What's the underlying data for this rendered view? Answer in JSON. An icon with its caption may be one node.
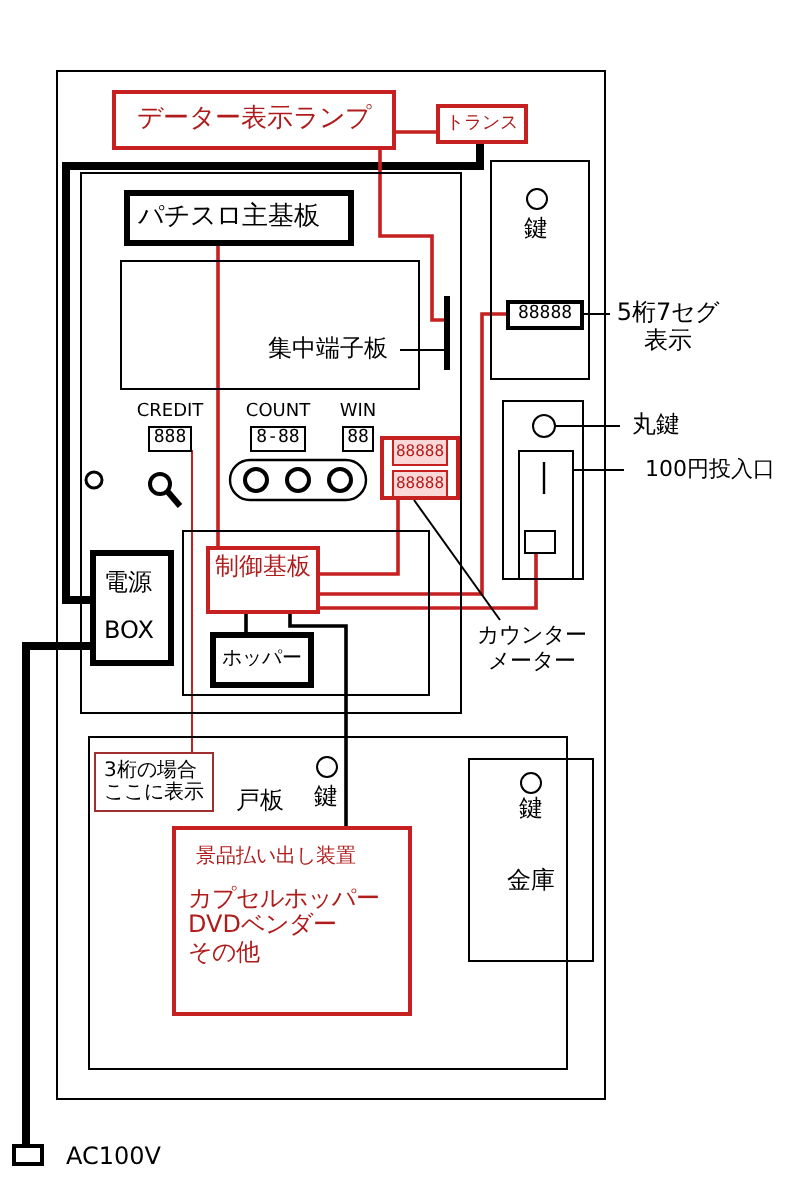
{
  "diagram": {
    "nodes": [
      {
        "text": [],
        "shape": "box"
      },
      {
        "text": [
          "データー表示ランプ"
        ],
        "in": 0
      },
      {
        "text": [
          "トランス"
        ],
        "in": 0
      },
      {
        "text": [],
        "shape": "box",
        "in": 0
      },
      {
        "text": [
          "パチスロ主基板"
        ],
        "in": 3
      },
      {
        "text": [],
        "shape": "box",
        "in": 3
      },
      {
        "text": [
          "集中端子板"
        ],
        "in": 5
      },
      {
        "text": [],
        "shape": "bar",
        "in": 3
      },
      {
        "text": [],
        "shape": "box",
        "in": 0
      },
      {
        "text": [
          "88888"
        ],
        "in": 8
      },
      {
        "text": [
          "5桁7セグ表示"
        ]
      },
      {
        "text": [],
        "shape": "box",
        "in": 0
      },
      {
        "text": [],
        "shape": "circle",
        "in": 11
      },
      {
        "text": [
          "丸鍵"
        ]
      },
      {
        "text": [],
        "shape": "box",
        "in": 11
      },
      {
        "text": [
          "100円投入口"
        ]
      },
      {
        "text": [],
        "shape": "box",
        "in": 14
      },
      {
        "text": [
          "CREDIT",
          "888"
        ],
        "in": 3
      },
      {
        "text": [
          "COUNT",
          "8-88"
        ],
        "in": 3
      },
      {
        "text": [
          "WIN",
          "88"
        ],
        "in": 3
      },
      {
        "text": [
          "88888",
          "88888"
        ],
        "in": 3
      },
      {
        "text": [
          "カウンターメーター"
        ],
        "in": 0
      },
      {
        "text": [],
        "shape": "box",
        "in": 3
      },
      {
        "text": [
          "電源",
          "BOX"
        ],
        "in": 3
      },
      {
        "text": [
          "制御基板"
        ],
        "in": 22
      },
      {
        "text": [
          "ホッパー"
        ],
        "in": 22
      },
      {
        "text": [],
        "shape": "box",
        "in": 0
      },
      {
        "text": [
          "3桁の場合ここに表示"
        ],
        "in": 26
      },
      {
        "text": [
          "景品払い出し装置",
          "カプセルホッパー",
          "DVDベンダー",
          "その他"
        ],
        "in": 26
      },
      {
        "text": [
          "鍵",
          "金庫"
        ],
        "in": 0
      },
      {
        "text": [],
        "shape": "box",
        "beside": [
          "AC100V"
        ]
      }
    ],
    "edges": [
      {
        "from": 1,
        "to": 2,
        "arrow": "none",
        "color": "#c62020"
      },
      {
        "from": 2,
        "to": 23,
        "arrow": "none",
        "style": "thick"
      },
      {
        "from": 23,
        "to": 30,
        "arrow": "none",
        "style": "thick"
      },
      {
        "from": 1,
        "to": 7,
        "arrow": "none",
        "color": "#c62020"
      },
      {
        "from": 4,
        "to": 24,
        "arrow": "none",
        "color": "#c62020"
      },
      {
        "from": 24,
        "to": 20,
        "arrow": "none",
        "color": "#c62020"
      },
      {
        "from": 24,
        "to": 9,
        "arrow": "none",
        "color": "#c62020"
      },
      {
        "from": 24,
        "to": 16,
        "arrow": "none",
        "color": "#c62020"
      },
      {
        "from": 24,
        "to": 25,
        "arrow": "none"
      },
      {
        "from": 24,
        "to": 28,
        "arrow": "none"
      },
      {
        "from": 6,
        "to": 7,
        "arrow": "none"
      },
      {
        "from": 9,
        "to": 10,
        "arrow": "none"
      },
      {
        "from": 12,
        "to": 13,
        "arrow": "none"
      },
      {
        "from": 14,
        "to": 15,
        "arrow": "none"
      },
      {
        "from": 20,
        "to": 21,
        "arrow": "none"
      },
      {
        "from": 17,
        "to": 27,
        "arrow": "none",
        "color": "#c62020"
      }
    ],
    "labels": [
      "鍵",
      "戸板",
      "鍵"
    ]
  }
}
